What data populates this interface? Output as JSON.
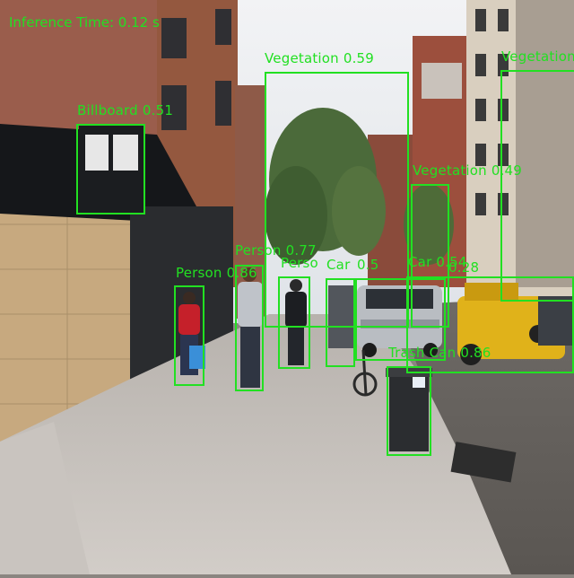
{
  "inference_label": "Inference Time: 0.12 s",
  "box_color": "#22e022",
  "detections": [
    {
      "label": "Vegetation 0.59",
      "class": "Vegetation",
      "score": 0.59
    },
    {
      "label": "Vegetation",
      "class": "Vegetation",
      "score": null
    },
    {
      "label": "Billboard 0.51",
      "class": "Billboard",
      "score": 0.51
    },
    {
      "label": "Vegetation 0.49",
      "class": "Vegetation",
      "score": 0.49
    },
    {
      "label": "Person 0.77",
      "class": "Person",
      "score": 0.77
    },
    {
      "label": "Person 0.86",
      "class": "Person",
      "score": 0.86
    },
    {
      "label": "Perso",
      "class": "Person",
      "score": null
    },
    {
      "label": "Car",
      "class": "Car",
      "score": null
    },
    {
      "label": "0.5",
      "class": "",
      "score": 0.5
    },
    {
      "label": "Car 0.54",
      "class": "Car",
      "score": 0.54
    },
    {
      "label": "0.28",
      "class": "",
      "score": 0.28
    },
    {
      "label": "Trash Can 0.86",
      "class": "Trash Can",
      "score": 0.86
    }
  ]
}
